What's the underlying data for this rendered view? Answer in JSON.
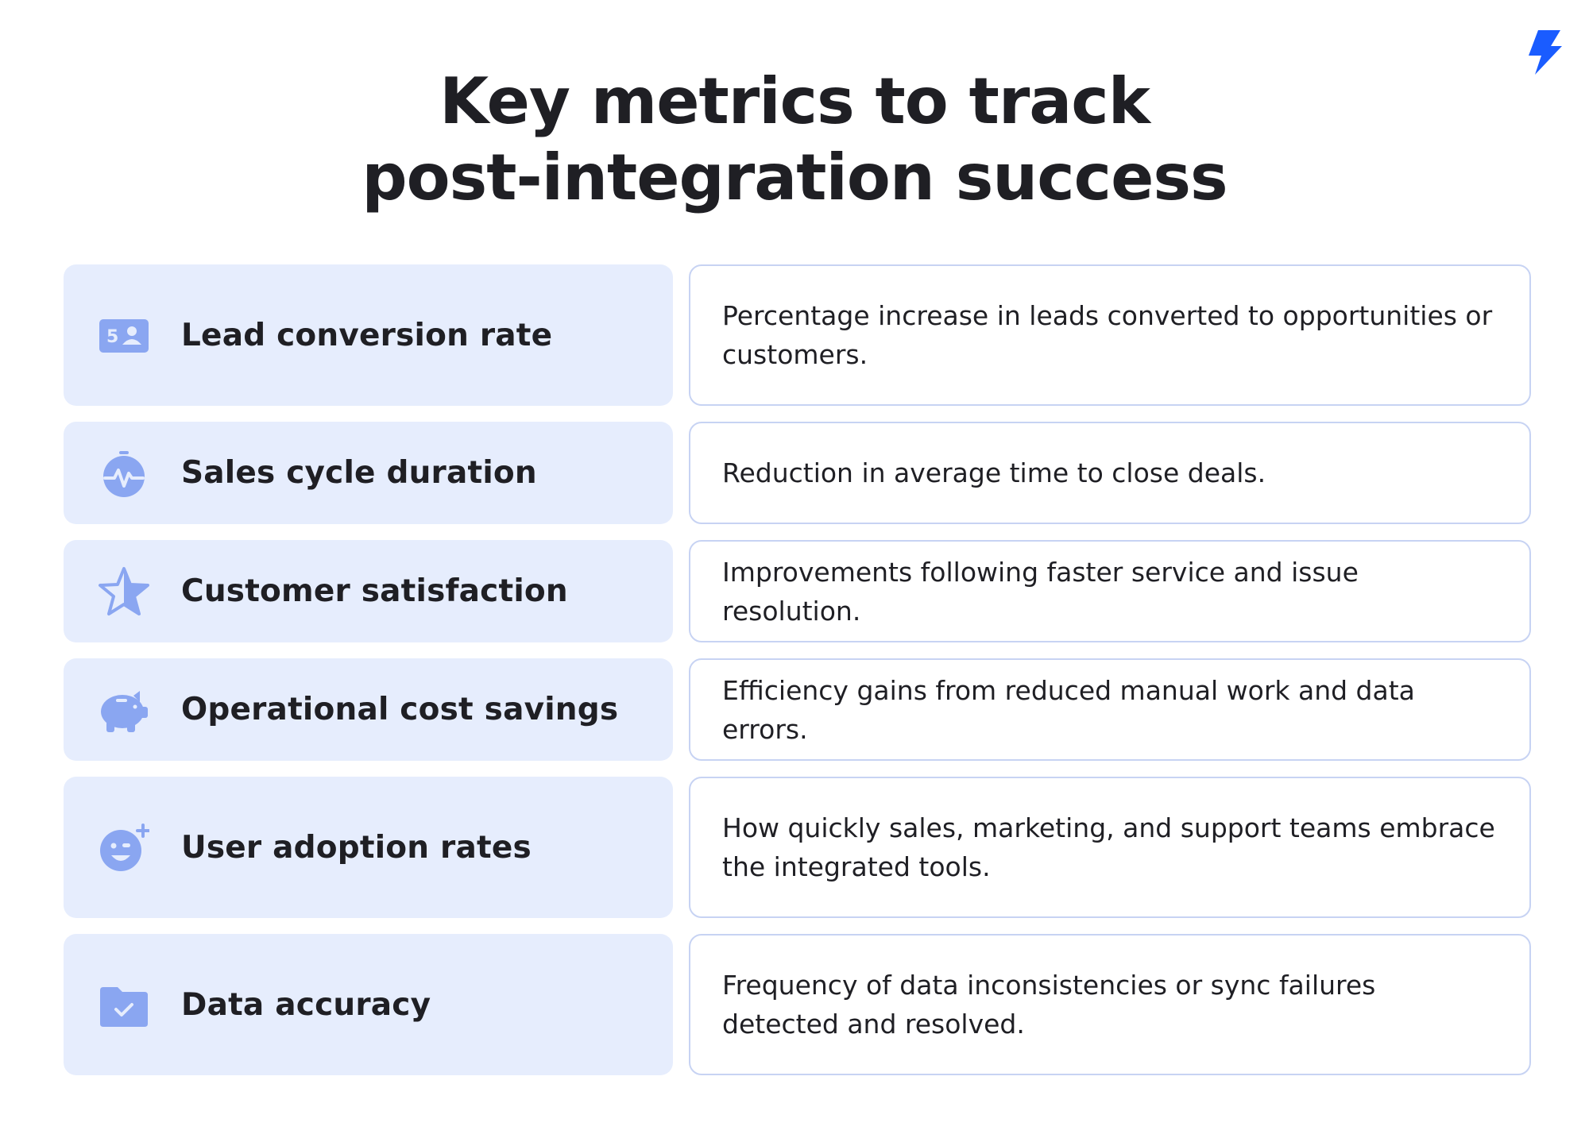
{
  "title": {
    "line1": "Key metrics to track",
    "line2": "post-integration success"
  },
  "colors": {
    "accent": "#1a5cff",
    "icon": "#8aa6f1",
    "card_bg": "#e6edfd",
    "card_border": "#c7d3f3",
    "text": "#1f1f24"
  },
  "metrics": [
    {
      "icon": "id-card-icon",
      "label": "Lead conversion rate",
      "description": "Percentage increase in leads converted to opportunities or customers."
    },
    {
      "icon": "stopwatch-pulse-icon",
      "label": "Sales cycle duration",
      "description": "Reduction in average time to close deals."
    },
    {
      "icon": "star-icon",
      "label": "Customer satisfaction",
      "description": "Improvements following faster service and issue resolution."
    },
    {
      "icon": "piggy-bank-icon",
      "label": "Operational cost savings",
      "description": "Efficiency gains from reduced manual work and data errors."
    },
    {
      "icon": "smiley-plus-icon",
      "label": "User adoption rates",
      "description": "How quickly sales, marketing, and support teams embrace the integrated tools."
    },
    {
      "icon": "folder-check-icon",
      "label": "Data accuracy",
      "description": "Frequency of data inconsistencies or sync failures detected and resolved."
    }
  ]
}
